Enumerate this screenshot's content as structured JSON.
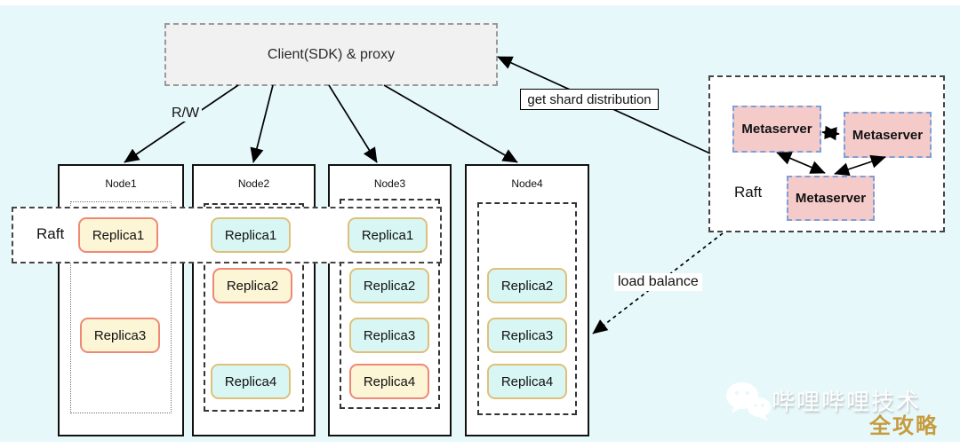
{
  "palette": {
    "background": "#e7f8fb",
    "client_fill": "#f1f1f1",
    "node_fill": "#ffffff",
    "replica_yellow_fill": "#fcf5d6",
    "replica_yellow_border": "#ee8976",
    "replica_cyan_fill": "#d8f7f4",
    "replica_cyan_border": "#dfc078",
    "metaserver_fill": "#f5cbca",
    "metaserver_border": "#7d9fd9",
    "badge_gold": "#c69c3e"
  },
  "client": {
    "label": "Client(SDK) & proxy"
  },
  "edges": {
    "rw": "R/W",
    "get_shard": "get shard distribution",
    "load_balance": "load balance"
  },
  "raft_band": {
    "label": "Raft"
  },
  "nodes": [
    {
      "label": "Node1",
      "replicas": [
        {
          "label": "Replica1",
          "style": "yellow"
        },
        {
          "label": "Replica3",
          "style": "yellow"
        }
      ]
    },
    {
      "label": "Node2",
      "replicas": [
        {
          "label": "Replica1",
          "style": "cyan"
        },
        {
          "label": "Replica2",
          "style": "yellow"
        },
        {
          "label": "Replica4",
          "style": "cyan"
        }
      ]
    },
    {
      "label": "Node3",
      "replicas": [
        {
          "label": "Replica1",
          "style": "cyan"
        },
        {
          "label": "Replica2",
          "style": "cyan"
        },
        {
          "label": "Replica3",
          "style": "cyan"
        },
        {
          "label": "Replica4",
          "style": "yellow"
        }
      ]
    },
    {
      "label": "Node4",
      "replicas": [
        {
          "label": "Replica2",
          "style": "cyan"
        },
        {
          "label": "Replica3",
          "style": "cyan"
        },
        {
          "label": "Replica4",
          "style": "cyan"
        }
      ]
    }
  ],
  "metaserver_cluster": {
    "raft_label": "Raft",
    "servers": [
      {
        "label": "Metaserver"
      },
      {
        "label": "Metaserver"
      },
      {
        "label": "Metaserver"
      }
    ]
  },
  "watermark": {
    "icon": "wechat-icon",
    "brand": "哔哩哔哩技术",
    "badge": "全攻略"
  }
}
